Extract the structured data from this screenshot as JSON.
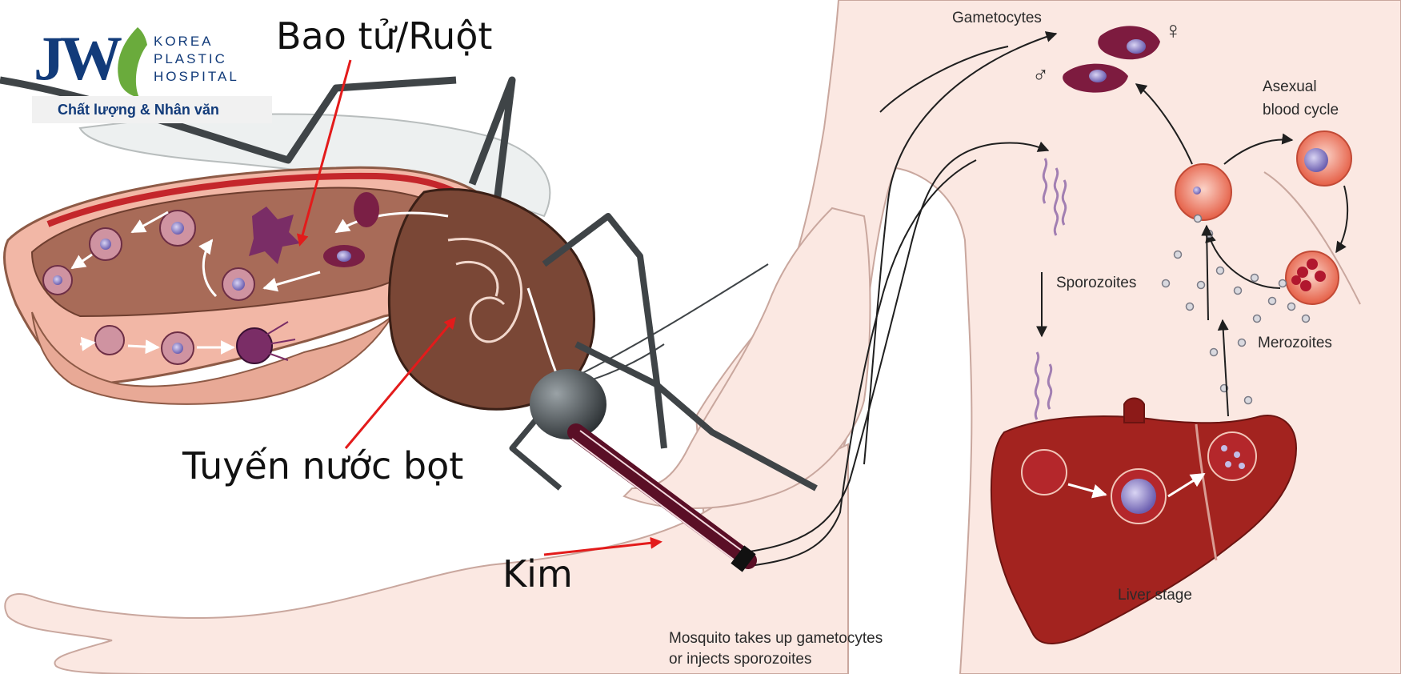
{
  "logo": {
    "mark": "JW",
    "line1": "KOREA",
    "line2": "PLASTIC",
    "line3": "HOSPITAL",
    "tagline": "Chất lượng & Nhân văn",
    "brand_color": "#123b7a",
    "leaf_color": "#6aab3c"
  },
  "labels": {
    "midgut": "Bao tử/Ruột",
    "salivary_gland": "Tuyến nước bọt",
    "proboscis": "Kim",
    "gametocytes": "Gametocytes",
    "asexual_cycle_line1": "Asexual",
    "asexual_cycle_line2": "blood cycle",
    "sporozoites": "Sporozoites",
    "merozoites": "Merozoites",
    "liver_stage": "Liver stage",
    "caption_line1": "Mosquito takes up gametocytes",
    "caption_line2": "or injects sporozoites"
  },
  "symbols": {
    "female": "♀",
    "male": "♂"
  },
  "colors": {
    "skin": "#fbe8e2",
    "skin_outline": "#c9a79e",
    "gut": "#f2b7a6",
    "gut_dark": "#8d5a46",
    "liver": "#a3231f",
    "cell": "#e8705a",
    "parasite": "#8f86c9",
    "pointer": "#e31b1b",
    "mosquito_body": "#3f4447"
  }
}
